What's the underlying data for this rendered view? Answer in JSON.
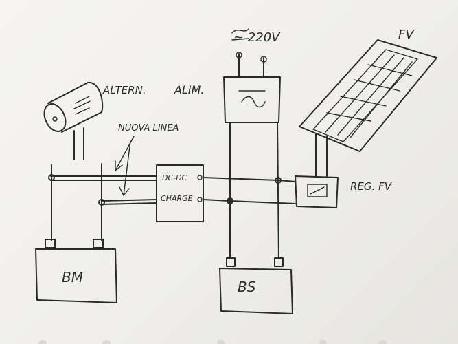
{
  "labels": {
    "mains": "~ 220V",
    "pv": "FV",
    "alternator": "ALTERN.",
    "psu": "ALIM.",
    "new_line": "NUOVA LINEA",
    "dcdc_top": "DC-DC",
    "dcdc_bottom": "CHARGE",
    "pv_regulator": "REG. FV",
    "battery_main": "BM",
    "battery_service": "BS"
  },
  "colors": {
    "ink": "#2a2a2c",
    "paper": "#f1f0ec"
  }
}
